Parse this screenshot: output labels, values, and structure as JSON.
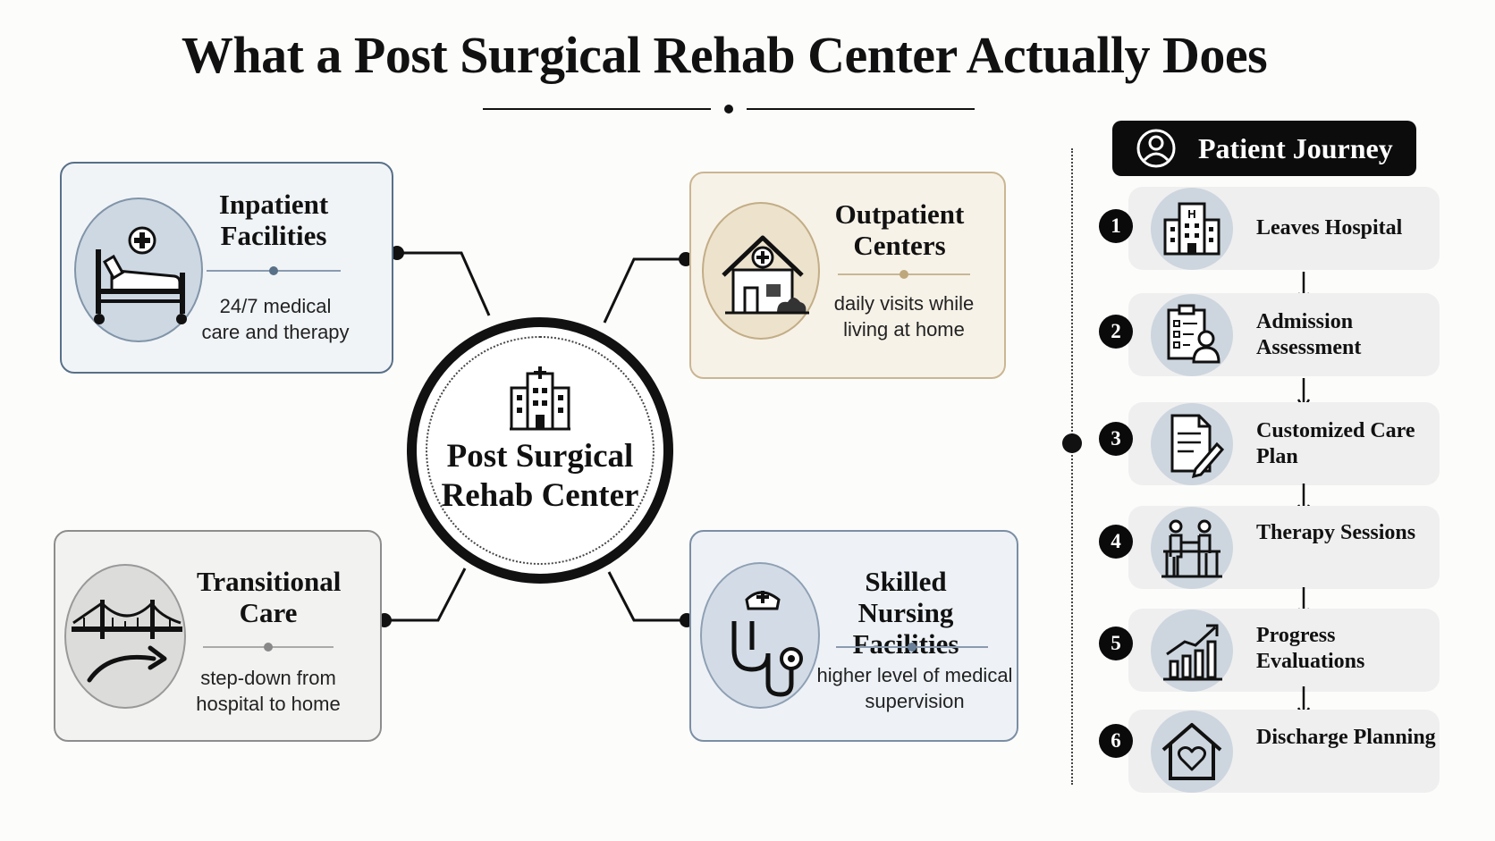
{
  "title": "What a Post Surgical Rehab Center Actually Does",
  "hub": {
    "title": "Post Surgical Rehab Center",
    "icon": "hospital-building-icon"
  },
  "cards": {
    "inpatient": {
      "title": "Inpatient Facilities",
      "desc": "24/7 medical care and therapy",
      "icon": "hospital-bed-icon"
    },
    "outpatient": {
      "title": "Outpatient Centers",
      "desc": "daily visits while living at home",
      "icon": "clinic-house-icon"
    },
    "transitional": {
      "title": "Transitional Care",
      "desc": "step-down from hospital to home",
      "icon": "bridge-arrow-icon"
    },
    "skilled": {
      "title": "Skilled Nursing Facilities",
      "desc": "higher level of medical supervision",
      "icon": "stethoscope-nurse-cap-icon"
    }
  },
  "journey": {
    "title": "Patient Journey",
    "icon": "person-icon",
    "steps": [
      {
        "num": "1",
        "label": "Leaves Hospital",
        "icon": "hospital-icon"
      },
      {
        "num": "2",
        "label": "Admission Assessment",
        "icon": "clipboard-person-icon"
      },
      {
        "num": "3",
        "label": "Customized Care Plan",
        "icon": "document-pencil-icon"
      },
      {
        "num": "4",
        "label": "Therapy Sessions",
        "icon": "therapy-parallel-bars-icon"
      },
      {
        "num": "5",
        "label": "Progress Evaluations",
        "icon": "growth-chart-icon"
      },
      {
        "num": "6",
        "label": "Discharge Planning",
        "icon": "house-heart-icon"
      }
    ]
  },
  "colors": {
    "inpatient": "#587088",
    "outpatient": "#c9b692",
    "transitional": "#8d8d8d",
    "skilled": "#7b8ea4",
    "ink": "#111111"
  }
}
